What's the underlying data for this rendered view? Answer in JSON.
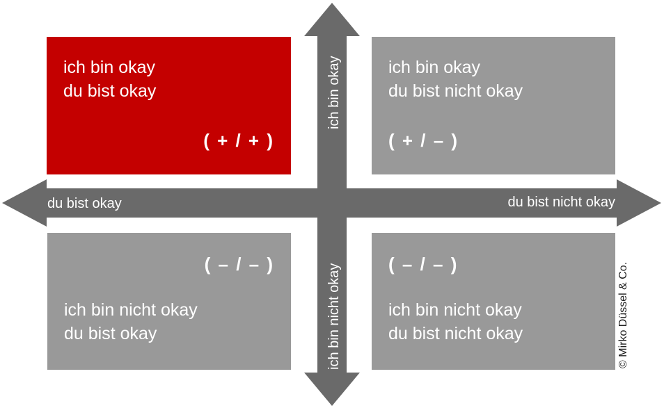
{
  "quadrants": {
    "top_left": {
      "line1": "ich bin okay",
      "line2": "du bist okay",
      "symbol": "( + / + )",
      "color": "#c40000"
    },
    "top_right": {
      "line1": "ich bin okay",
      "line2": "du bist nicht okay",
      "symbol": "( + / – )",
      "color": "#999999"
    },
    "bottom_left": {
      "line1": "ich bin nicht okay",
      "line2": "du bist okay",
      "symbol": "( – / – )",
      "color": "#999999"
    },
    "bottom_right": {
      "line1": "ich bin nicht okay",
      "line2": "du bist nicht okay",
      "symbol": "( – / – )",
      "color": "#999999"
    }
  },
  "axes": {
    "left_label": "du bist okay",
    "right_label": "du bist nicht okay",
    "top_label": "ich bin okay",
    "bottom_label": "ich bin nicht okay",
    "arrow_color": "#6a6a6a"
  },
  "copyright": "© Mirko Düssel & Co."
}
